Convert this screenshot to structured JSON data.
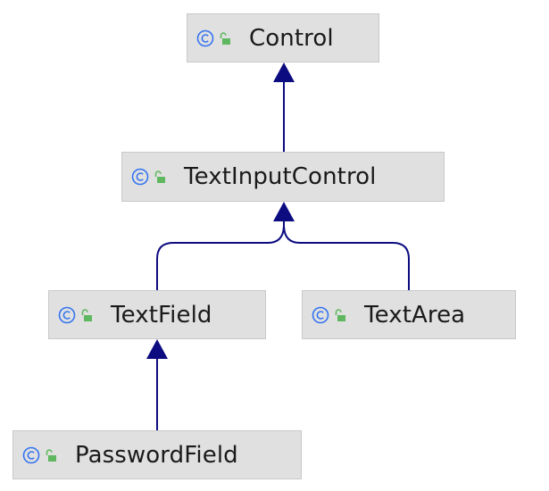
{
  "nodes": [
    {
      "id": "control",
      "label": "Control"
    },
    {
      "id": "textinputcontrol",
      "label": "TextInputControl"
    },
    {
      "id": "textfield",
      "label": "TextField"
    },
    {
      "id": "textarea",
      "label": "TextArea"
    },
    {
      "id": "passwordfield",
      "label": "PasswordField"
    }
  ],
  "edges": [
    {
      "from": "textinputcontrol",
      "to": "control",
      "type": "extends"
    },
    {
      "from": "textfield",
      "to": "textinputcontrol",
      "type": "extends"
    },
    {
      "from": "textarea",
      "to": "textinputcontrol",
      "type": "extends"
    },
    {
      "from": "passwordfield",
      "to": "textfield",
      "type": "extends"
    }
  ],
  "icons": {
    "class": "class-icon",
    "visibility": "public-lock-icon"
  },
  "colors": {
    "edge": "#0c0c80",
    "node_bg": "#e0e0e0",
    "node_border": "#c9c9c9",
    "class_icon": "#3574f0",
    "lock_icon": "#5fb85f"
  }
}
